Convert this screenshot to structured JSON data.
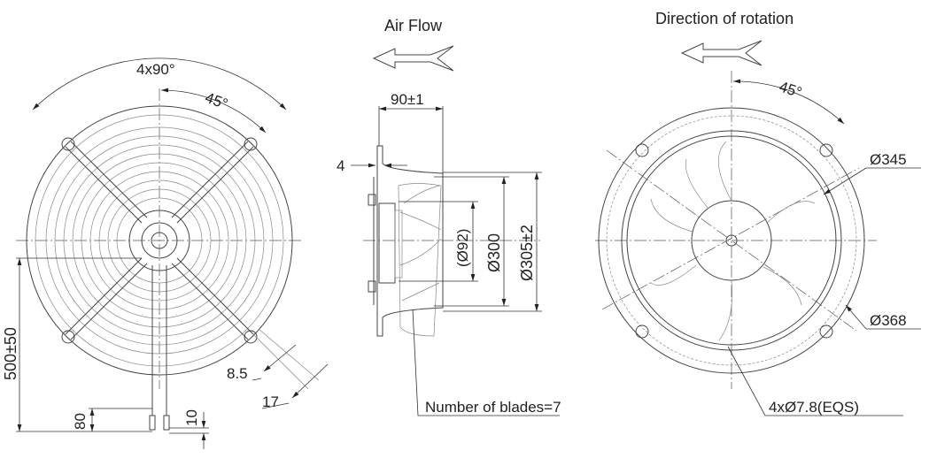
{
  "labels": {
    "air_flow": "Air Flow",
    "direction_of_rotation": "Direction of rotation",
    "angle_4x90": "4x90°",
    "angle_45_left": "45°",
    "angle_45_right": "45°",
    "dim_90": "90±1",
    "dim_4": "4",
    "dim_d92": "(Ø92)",
    "dim_d300": "Ø300",
    "dim_d305": "Ø305±2",
    "dim_500": "500±50",
    "dim_80": "80",
    "dim_10": "10",
    "dim_8_5": "8.5",
    "dim_17": "17",
    "blades_note": "Number of blades=7",
    "dim_d345": "Ø345",
    "dim_d368": "Ø368",
    "holes_note": "4xØ7.8(EQS)"
  },
  "colors": {
    "line": "#444444",
    "background": "#ffffff"
  }
}
